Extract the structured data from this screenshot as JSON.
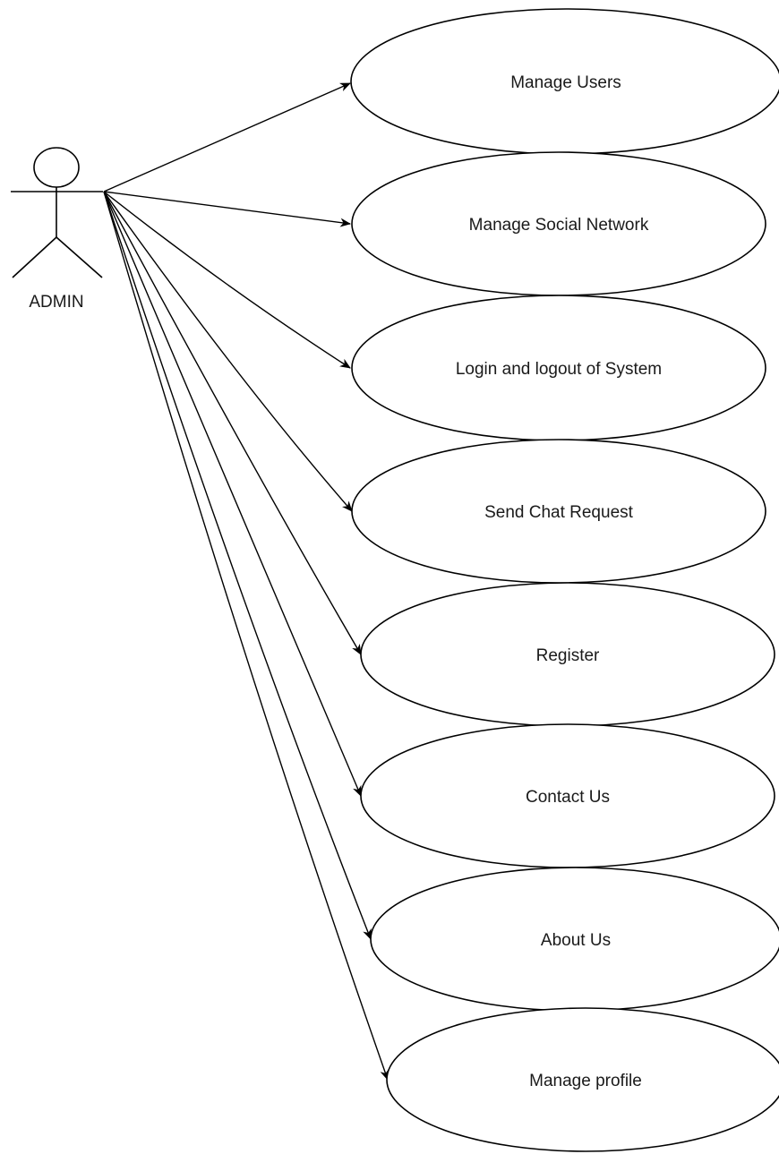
{
  "actor": {
    "name": "ADMIN",
    "icon": "stick-figure-actor-icon"
  },
  "use_cases": [
    {
      "label": "Manage Users"
    },
    {
      "label": "Manage Social Network"
    },
    {
      "label": "Login and logout of System"
    },
    {
      "label": "Send Chat Request"
    },
    {
      "label": "Register"
    },
    {
      "label": "Contact Us"
    },
    {
      "label": "About Us"
    },
    {
      "label": "Manage profile"
    }
  ],
  "colors": {
    "stroke": "#000000",
    "background": "#ffffff",
    "text": "#1a1a1a"
  }
}
